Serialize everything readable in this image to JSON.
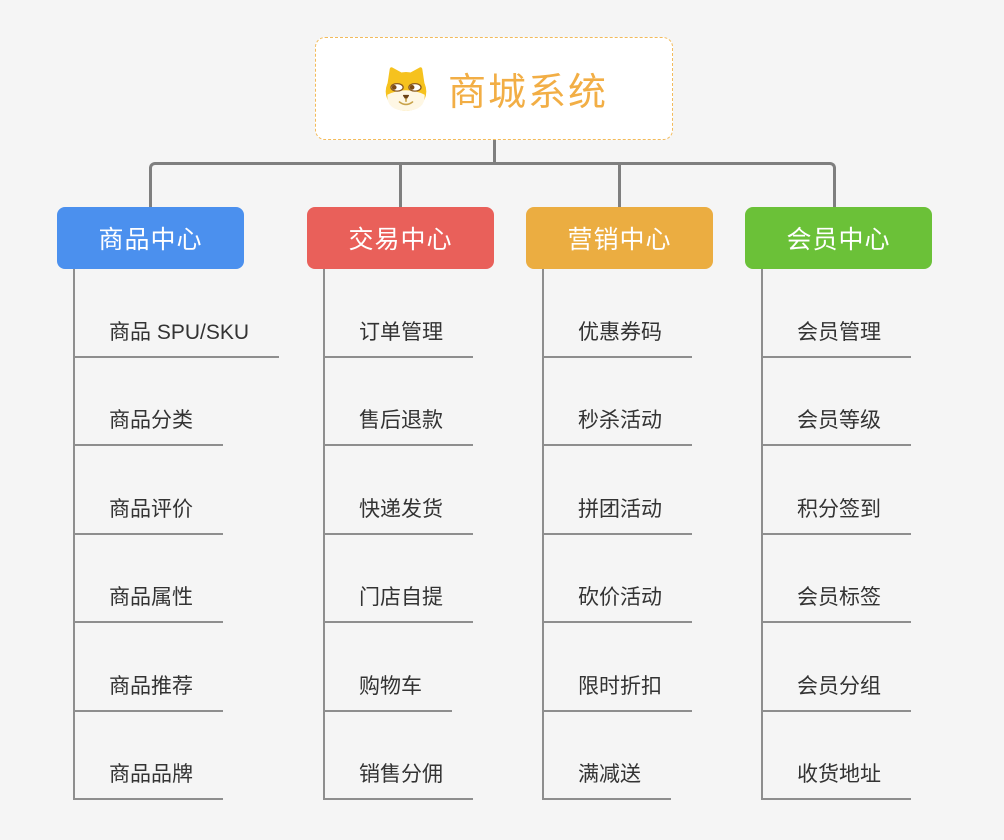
{
  "root": {
    "title": "商城系统",
    "icon": "doge-icon"
  },
  "branches": [
    {
      "label": "商品中心",
      "color": "#4b90ee",
      "children": [
        "商品 SPU/SKU",
        "商品分类",
        "商品评价",
        "商品属性",
        "商品推荐",
        "商品品牌"
      ]
    },
    {
      "label": "交易中心",
      "color": "#e9605a",
      "children": [
        "订单管理",
        "售后退款",
        "快递发货",
        "门店自提",
        "购物车",
        "销售分佣"
      ]
    },
    {
      "label": "营销中心",
      "color": "#ebad41",
      "children": [
        "优惠券码",
        "秒杀活动",
        "拼团活动",
        "砍价活动",
        "限时折扣",
        "满减送"
      ]
    },
    {
      "label": "会员中心",
      "color": "#6bc138",
      "children": [
        "会员管理",
        "会员等级",
        "积分签到",
        "会员标签",
        "会员分组",
        "收货地址"
      ]
    }
  ],
  "colors": {
    "root_accent": "#f2ae45",
    "root_border": "#f3bb5b",
    "connector_trunk": "#7f7f7f",
    "connector_leaf": "#8e8e8e",
    "leaf_text": "#333333",
    "background": "#f5f5f5"
  }
}
